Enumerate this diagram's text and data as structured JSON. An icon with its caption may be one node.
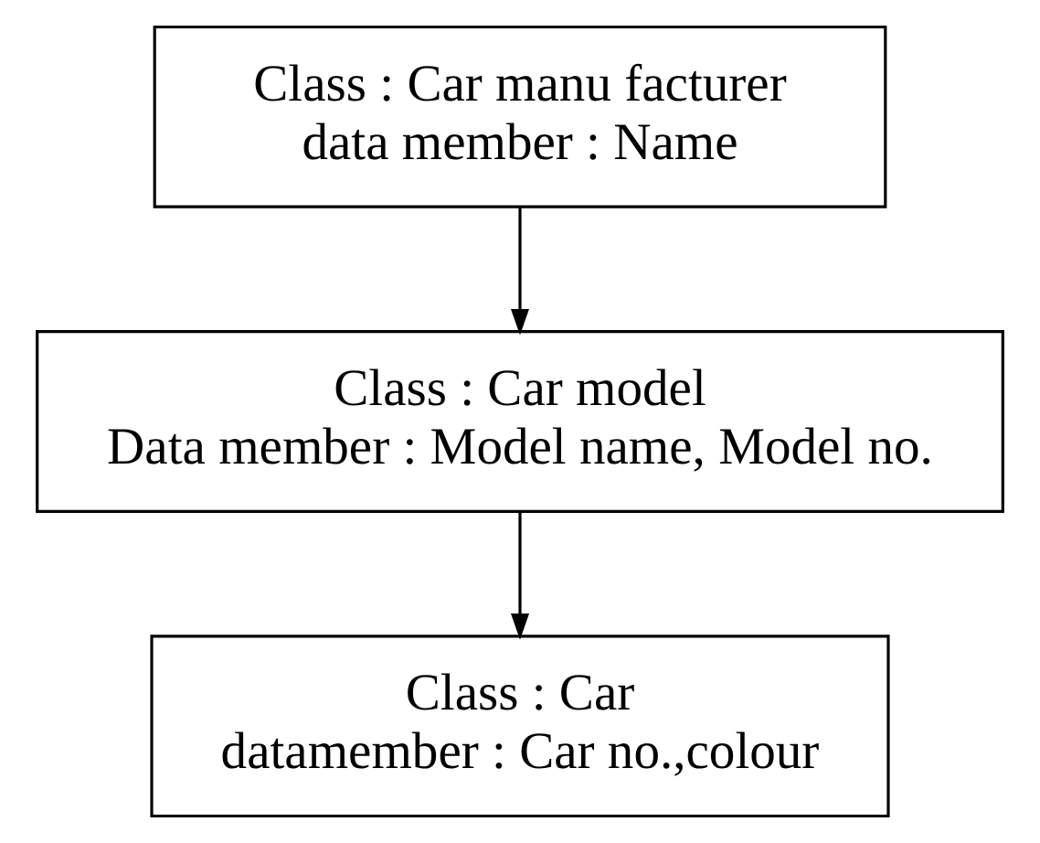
{
  "diagram": {
    "nodes": [
      {
        "text": [
          "Class : Car manu facturer",
          "data member : Name"
        ]
      },
      {
        "text": [
          "Class : Car model",
          "Data member : Model name, Model no."
        ]
      },
      {
        "text": [
          "Class : Car",
          "datamember : Car no.,colour"
        ]
      }
    ],
    "edges": [
      {
        "from": 0,
        "to": 1,
        "arrow": "to"
      },
      {
        "from": 1,
        "to": 2,
        "arrow": "to"
      }
    ]
  }
}
